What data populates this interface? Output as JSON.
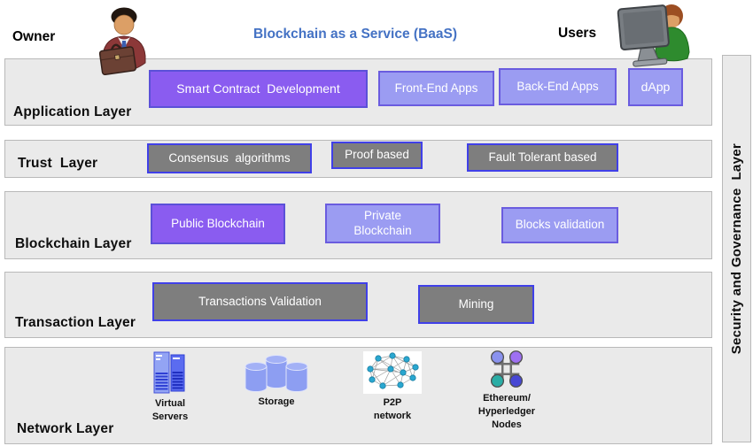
{
  "header": {
    "owner_label": "Owner",
    "title": "Blockchain as a Service (BaaS)",
    "users_label": "Users"
  },
  "icons": {
    "owner": "businessman-briefcase-icon",
    "users": "person-at-monitor-icon",
    "virtual_servers": "server-towers-icon",
    "storage": "database-cylinders-icon",
    "p2p": "mesh-network-icon",
    "nodes": "four-petal-nodes-icon"
  },
  "colors": {
    "title_blue": "#4472c4",
    "band_bg": "#eaeaea",
    "purple_box": "#8a5cf0",
    "periwinkle_box": "#9b9cf2",
    "gray_box": "#7e7e7e",
    "gray_box_border": "#4040e8"
  },
  "layers": {
    "application": {
      "label": "Application Layer",
      "boxes": {
        "smart_contract": "Smart Contract  Development",
        "front_end": "Front-End Apps",
        "back_end": "Back-End Apps",
        "dapp": "dApp"
      }
    },
    "trust": {
      "label": "Trust  Layer",
      "boxes": {
        "consensus": "Consensus  algorithms",
        "proof": "Proof based",
        "fault": "Fault Tolerant based"
      }
    },
    "blockchain": {
      "label": "Blockchain Layer",
      "boxes": {
        "public": "Public Blockchain",
        "private": "Private\nBlockchain",
        "validation": "Blocks validation"
      }
    },
    "transaction": {
      "label": "Transaction Layer",
      "boxes": {
        "tx_validation": "Transactions Validation",
        "mining": "Mining"
      }
    },
    "network": {
      "label": "Network Layer",
      "items": {
        "virtual_servers": "Virtual\nServers",
        "storage": "Storage",
        "p2p": "P2P\nnetwork",
        "nodes": "Ethereum/\nHyperledger\nNodes"
      }
    }
  },
  "sidebar": {
    "label": "Security and Governance  Layer"
  }
}
